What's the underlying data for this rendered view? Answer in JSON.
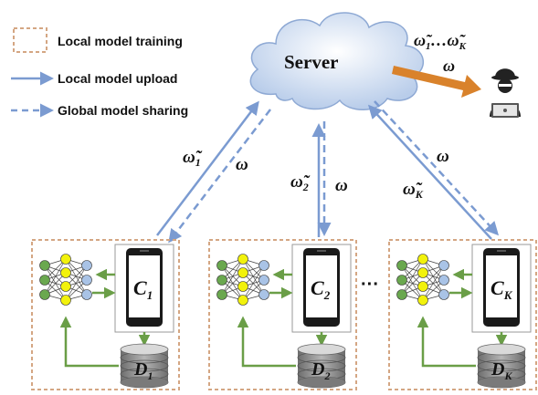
{
  "legend": {
    "training": "Local model training",
    "upload": "Local model upload",
    "sharing": "Global model sharing"
  },
  "server": {
    "label": "Server"
  },
  "attacker": {
    "models_label": "ω̃₁… ω̃K",
    "model_base": "ω̃",
    "first_sub": "1",
    "ellipsis": "…",
    "last_sub": "K",
    "global_label": "ω",
    "icon": "hacker-icon"
  },
  "links": [
    {
      "upload": "ω̃",
      "upload_sub": "1",
      "global": "ω"
    },
    {
      "upload": "ω̃",
      "upload_sub": "2",
      "global": "ω"
    },
    {
      "upload": "ω̃",
      "upload_sub": "K",
      "global": "ω"
    }
  ],
  "clients": [
    {
      "name": "C",
      "sub": "1",
      "data": "D",
      "data_sub": "1"
    },
    {
      "name": "C",
      "sub": "2",
      "data": "D",
      "data_sub": "2"
    },
    {
      "name": "C",
      "sub": "K",
      "data": "D",
      "data_sub": "K"
    }
  ],
  "between_ellipsis": "···",
  "colors": {
    "upload_arrow": "#7b9bd1",
    "attack_arrow": "#d9822b",
    "box_border": "#d4a683",
    "green_arrow": "#6a9e47",
    "node_yellow": "#f2f20c",
    "node_green": "#6aa84f",
    "node_blue": "#a9c3e6"
  }
}
